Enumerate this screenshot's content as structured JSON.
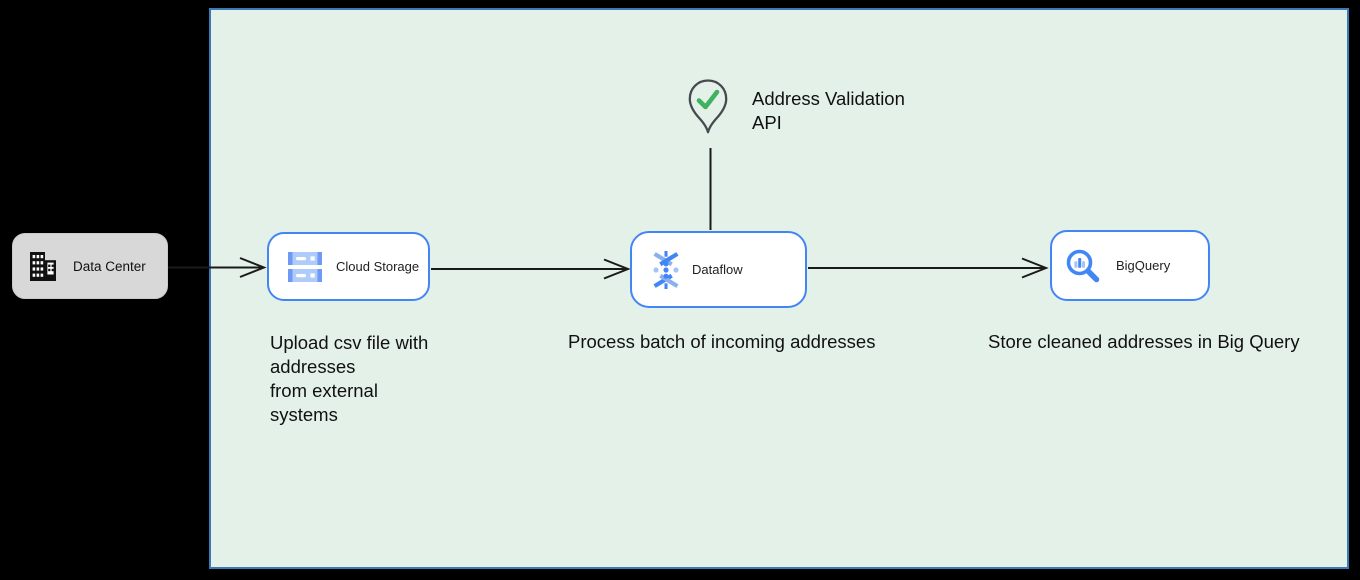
{
  "diagram": {
    "nodes": {
      "data_center": {
        "label": "Data Center"
      },
      "cloud_storage": {
        "label": "Cloud Storage"
      },
      "dataflow": {
        "label": "Dataflow"
      },
      "bigquery": {
        "label": "BigQuery"
      }
    },
    "annotations": {
      "address_validation_label": "Address Validation\nAPI",
      "cloud_storage_caption": "Upload csv file with\naddresses\nfrom external\nsystems",
      "dataflow_caption": "Process batch of incoming addresses",
      "bigquery_caption": "Store cleaned addresses in Big Query"
    },
    "colors": {
      "canvas_bg": "#000000",
      "panel_fill": "#e4f1e9",
      "panel_border": "#3b7ab6",
      "node_border": "#4285f4",
      "node_fill": "#ffffff",
      "data_center_fill": "#d8d8d8",
      "connector": "#1a1a1a",
      "icon_blue": "#4285f4",
      "icon_light_blue": "#aecbfa",
      "check_green": "#3fb160",
      "pin_outline": "#474b4f",
      "text": "#111111"
    }
  }
}
